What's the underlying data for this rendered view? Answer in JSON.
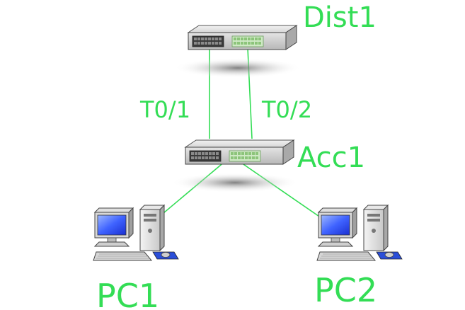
{
  "colors": {
    "link": "#33dd55",
    "label": "#33dd55"
  },
  "devices": {
    "dist1": {
      "name": "Dist1",
      "icon": "switch-icon"
    },
    "acc1": {
      "name": "Acc1",
      "icon": "switch-icon"
    },
    "pc1": {
      "name": "PC1",
      "icon": "desktop-pc-icon"
    },
    "pc2": {
      "name": "PC2",
      "icon": "desktop-pc-icon"
    }
  },
  "links": {
    "t01": {
      "label": "T0/1"
    },
    "t02": {
      "label": "T0/2"
    }
  }
}
